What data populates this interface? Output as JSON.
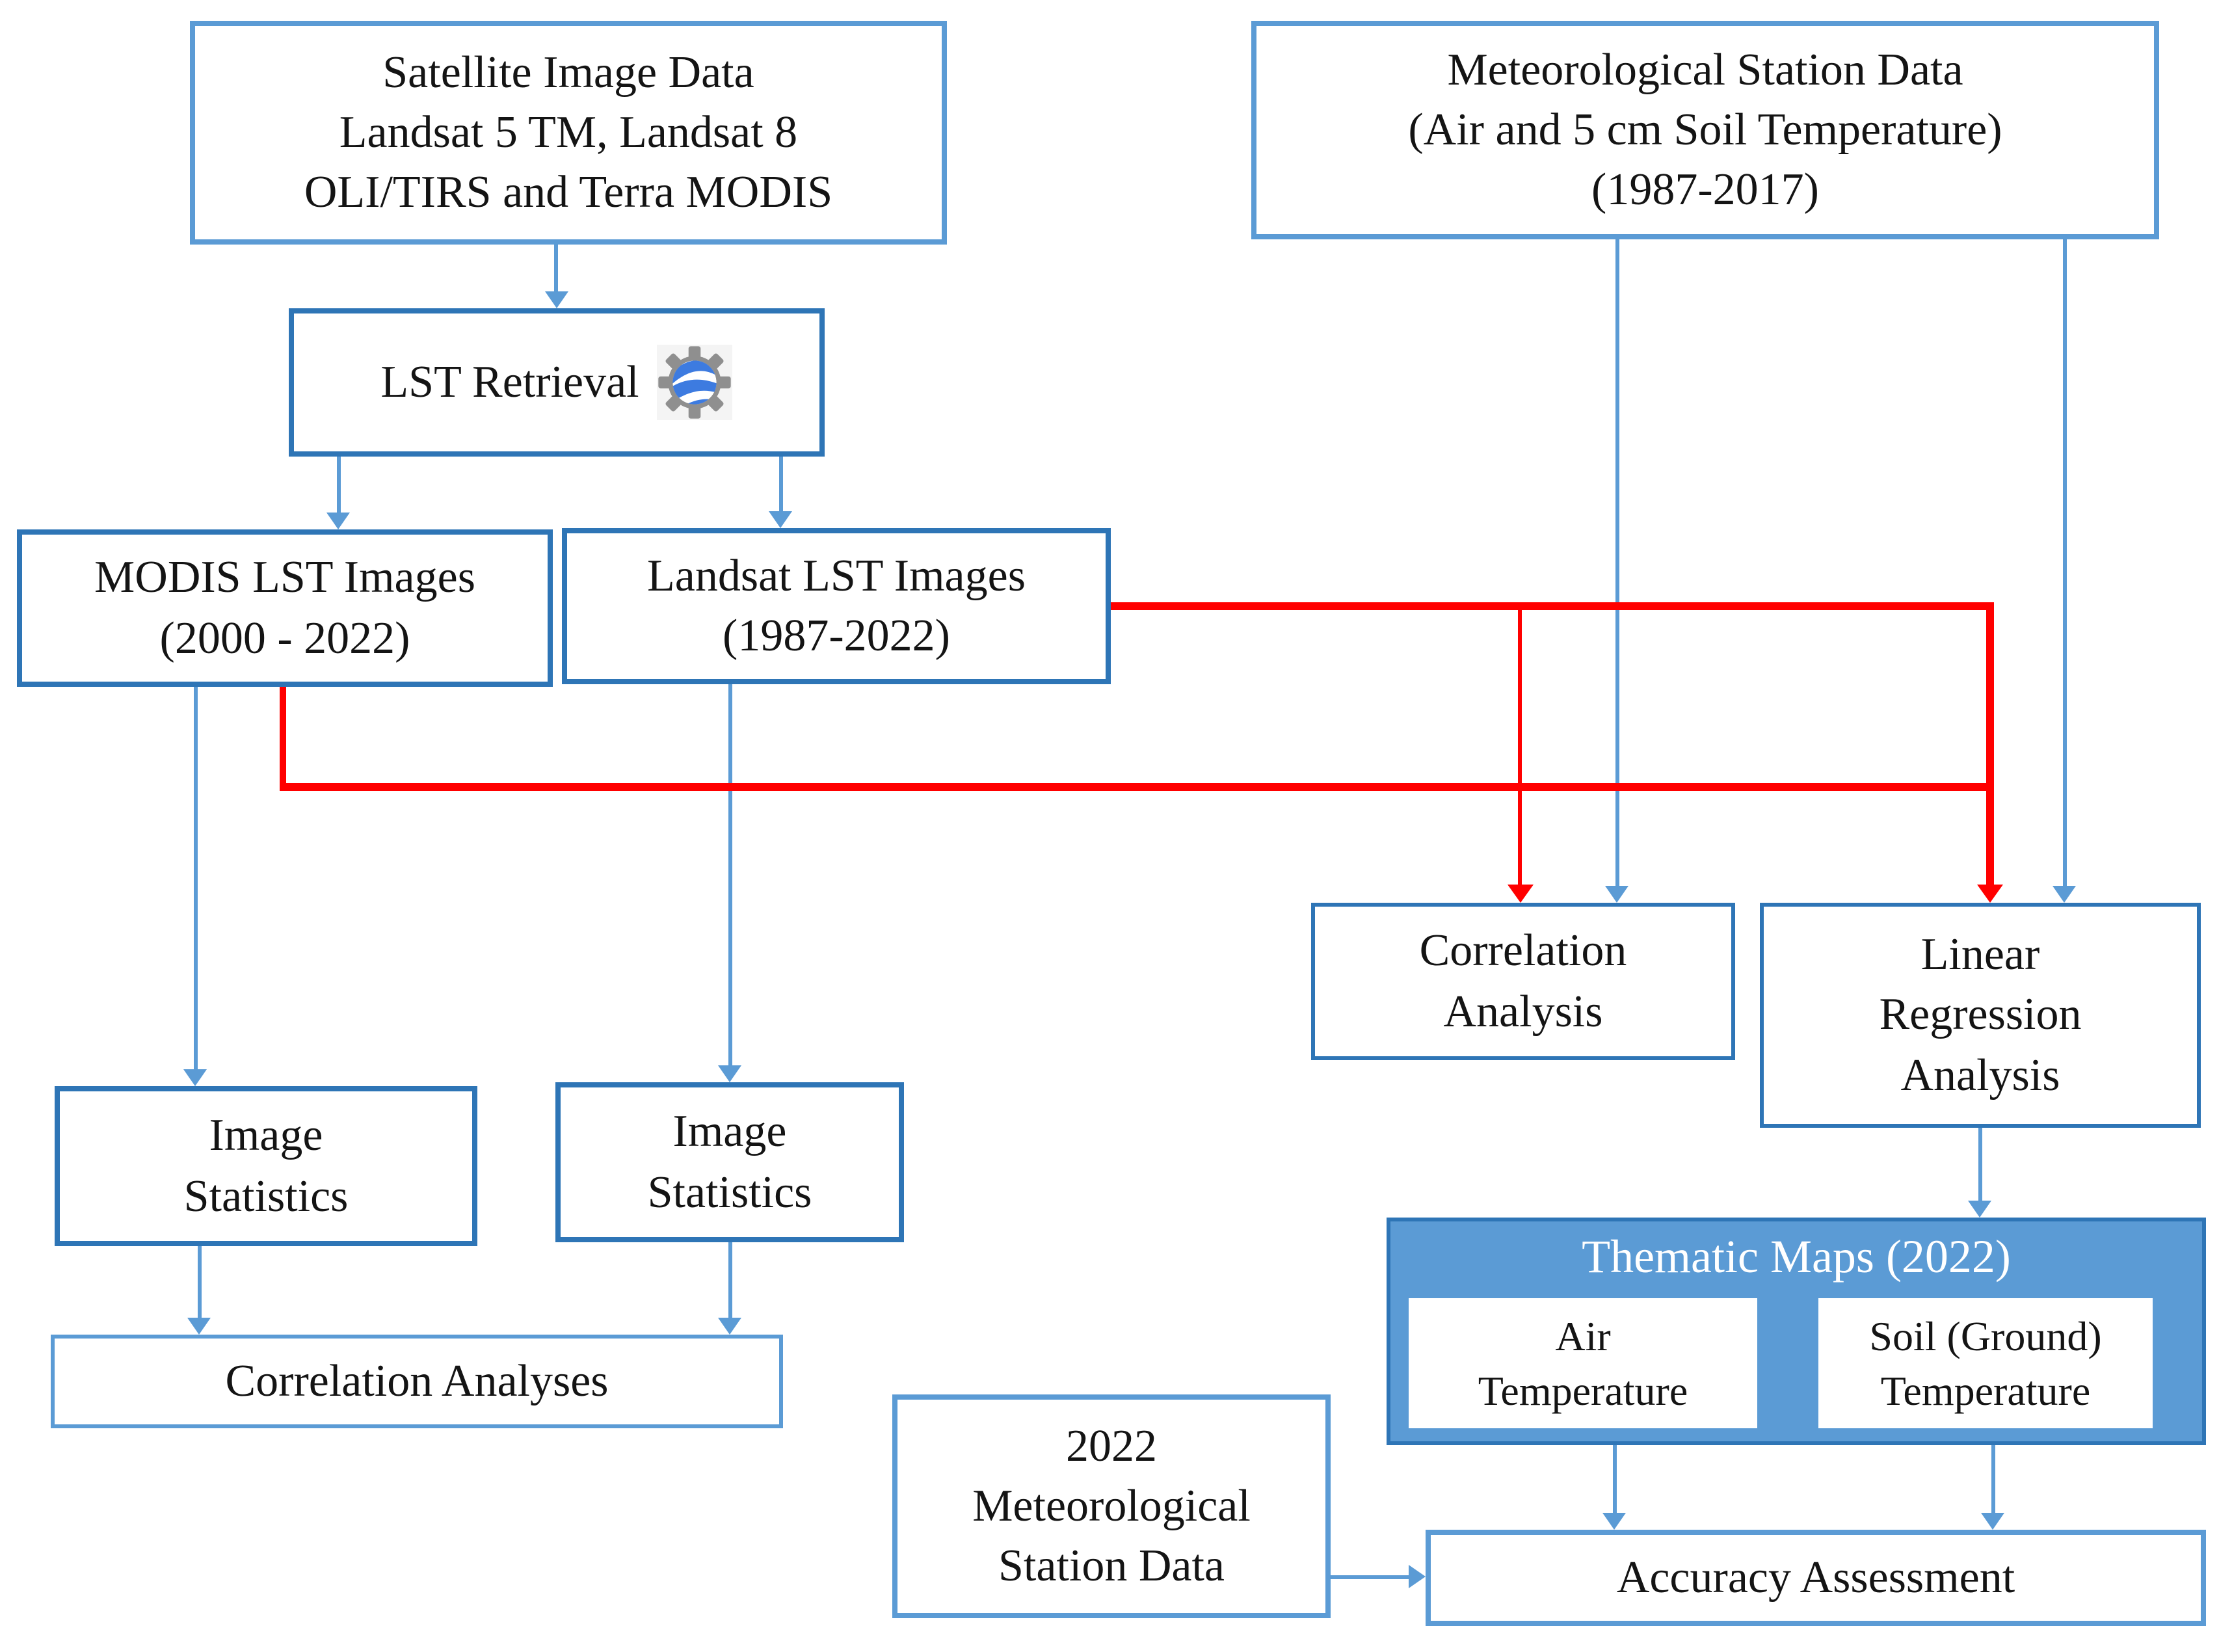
{
  "diagram": {
    "nodes": {
      "satellite_image_data": {
        "text": "Satellite Image Data\nLandsat 5 TM, Landsat 8\nOLI/TIRS and Terra MODIS"
      },
      "meteorological_station_data": {
        "text": "Meteorological Station Data\n(Air and 5 cm Soil Temperature)\n(1987-2017)"
      },
      "lst_retrieval": {
        "text": "LST Retrieval",
        "icon": "google-earth-engine-icon"
      },
      "modis_lst_images": {
        "text": "MODIS LST Images\n(2000 - 2022)"
      },
      "landsat_lst_images": {
        "text": "Landsat LST Images\n(1987-2022)"
      },
      "correlation_analysis": {
        "text": "Correlation\nAnalysis"
      },
      "linear_regression_analysis": {
        "text": "Linear\nRegression\nAnalysis"
      },
      "image_statistics_modis": {
        "text": "Image\nStatistics"
      },
      "image_statistics_landsat": {
        "text": "Image\nStatistics"
      },
      "correlation_analyses": {
        "text": "Correlation Analyses"
      },
      "thematic_maps": {
        "title": "Thematic Maps (2022)",
        "air_temperature": "Air\nTemperature",
        "soil_temperature": "Soil (Ground)\nTemperature"
      },
      "met_station_2022": {
        "text": "2022\nMeteorological\nStation Data"
      },
      "accuracy_assessment": {
        "text": "Accuracy Assessment"
      }
    },
    "colors": {
      "box_border_dark": "#2E75B6",
      "box_border_light": "#5B9BD5",
      "arrow_blue": "#5B9BD5",
      "line_red": "#FF0000",
      "thematic_fill": "#5B9BD5",
      "background": "#FFFFFF",
      "text": "#141414"
    }
  }
}
